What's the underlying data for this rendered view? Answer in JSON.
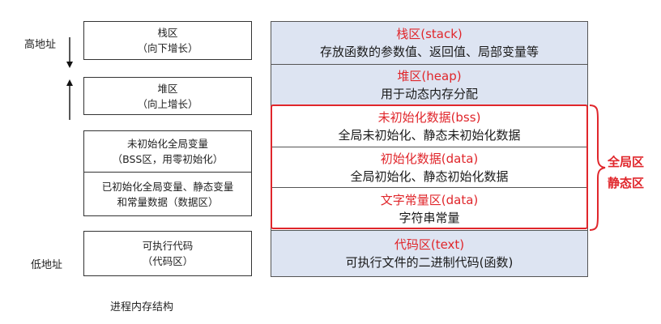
{
  "left": {
    "high_addr": "高地址",
    "low_addr": "低地址",
    "stack": {
      "line1": "栈区",
      "line2": "（向下增长）"
    },
    "heap": {
      "line1": "堆区",
      "line2": "（向上增长）"
    },
    "bss": {
      "line1": "未初始化全局变量",
      "line2": "（BSS区，用零初始化）"
    },
    "data": {
      "line1": "已初始化全局变量、静态变量",
      "line2": "和常量数据（数据区）"
    },
    "text": {
      "line1": "可执行代码",
      "line2": "（代码区）"
    },
    "caption": "进程内存结构"
  },
  "right": {
    "segments": [
      {
        "title": "栈区(stack)",
        "desc": "存放函数的参数值、返回值、局部变量等"
      },
      {
        "title": "堆区(heap)",
        "desc": "用于动态内存分配"
      },
      {
        "title": "未初始化数据(bss)",
        "desc": "全局未初始化、静态未初始化数据"
      },
      {
        "title": "初始化数据(data)",
        "desc": "全局初始化、静态初始化数据"
      },
      {
        "title": "文字常量区(data)",
        "desc": "字符串常量"
      },
      {
        "title": "代码区(text)",
        "desc": "可执行文件的二进制代码(函数)"
      }
    ],
    "brace_label_1": "全局区",
    "brace_label_2": "静态区"
  },
  "colors": {
    "accent_red": "#e0262b",
    "segment_blue": "#dde4f2"
  }
}
